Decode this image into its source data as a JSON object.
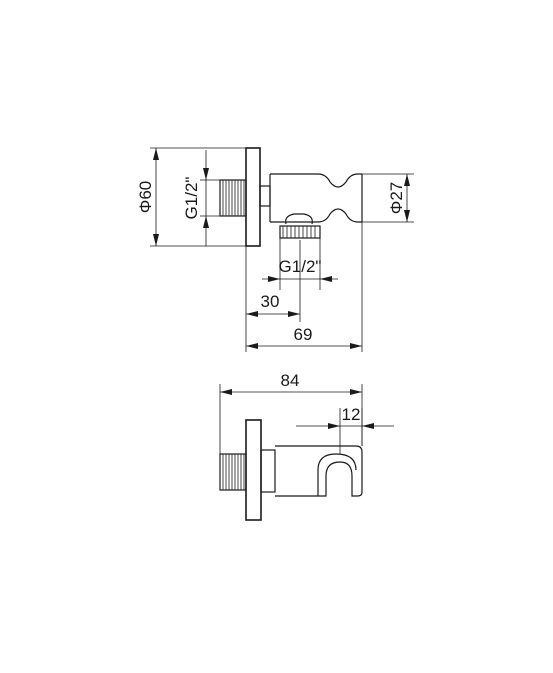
{
  "top_view": {
    "dim_diameter_flange": "Φ60",
    "dim_thread_inlet": "G1/2\"",
    "dim_diameter_holder": "Φ27",
    "dim_thread_outlet": "G1/2\"",
    "dim_outlet_offset": "30",
    "dim_depth": "69"
  },
  "side_view": {
    "dim_total_length": "84",
    "dim_hook_width": "12"
  }
}
